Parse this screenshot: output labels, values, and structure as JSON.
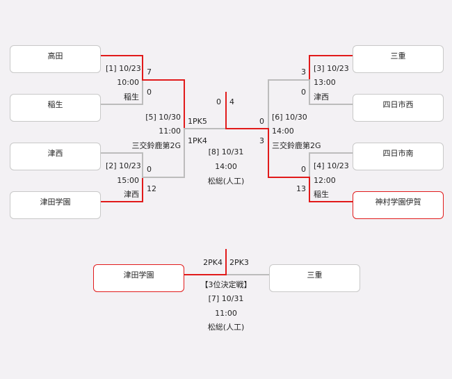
{
  "teams": {
    "takada": "高田",
    "inabe": "稲生",
    "tsunishi_l": "津西",
    "tsuda_l": "津田学園",
    "mie_r": "三重",
    "yokkaichinishi": "四日市西",
    "yokkaichiminami": "四日市南",
    "kamimura": "神村学園伊賀",
    "tsuda_3rd": "津田学園",
    "mie_3rd": "三重"
  },
  "match1": {
    "label": "[1] 10/23",
    "time": "10:00",
    "venue": "稲生",
    "score_top": "7",
    "score_bottom": "0"
  },
  "match2": {
    "label": "[2] 10/23",
    "time": "15:00",
    "venue": "津西",
    "score_top": "0",
    "score_bottom": "12"
  },
  "match3": {
    "label": "[3] 10/23",
    "time": "13:00",
    "venue": "津西",
    "score_top": "3",
    "score_bottom": "0"
  },
  "match4": {
    "label": "[4] 10/23",
    "time": "12:00",
    "venue": "稲生",
    "score_top": "0",
    "score_bottom": "13"
  },
  "match5": {
    "label": "[5] 10/30",
    "time": "11:00",
    "venue": "三交鈴鹿第2G",
    "score_top": "1PK5",
    "score_bottom": "1PK4"
  },
  "match6": {
    "label": "[6] 10/30",
    "time": "14:00",
    "venue": "三交鈴鹿第2G",
    "score_top": "0",
    "score_bottom": "3"
  },
  "final": {
    "label": "[8] 10/31",
    "time": "14:00",
    "venue": "松総(人工)",
    "score_left": "0",
    "score_right": "4"
  },
  "third": {
    "title": "【3位決定戦】",
    "label": "[7] 10/31",
    "time": "11:00",
    "venue": "松総(人工)",
    "score_left": "2PK4",
    "score_right": "2PK3"
  }
}
